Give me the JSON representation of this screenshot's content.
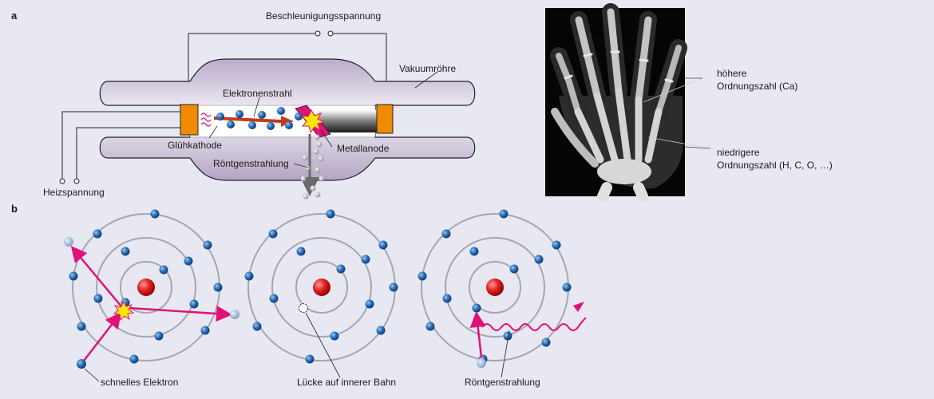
{
  "panels": {
    "a": "a",
    "b": "b"
  },
  "tube": {
    "accel_voltage": "Beschleunigungsspannung",
    "vacuum_tube": "Vakuumröhre",
    "electron_beam": "Elektronenstrahl",
    "cathode": "Glühkathode",
    "anode": "Metallanode",
    "xray": "Röntgenstrahlung",
    "heating_voltage": "Heizspannung",
    "electron_symbol": "e"
  },
  "xray_image": {
    "higher_line1": "höhere",
    "higher_line2": "Ordnungszahl (Ca)",
    "lower_line1": "niedrigere",
    "lower_line2": "Ordnungszahl (H, C, O, …)"
  },
  "atoms": {
    "fast_electron": "schnelles Elektron",
    "gap": "Lücke auf innerer Bahn",
    "xray": "Röntgenstrahlung"
  },
  "colors": {
    "background": "#e8e8f2",
    "electron_blue": "#1e5ea8",
    "nucleus_red": "#d81e1e",
    "arrow_magenta": "#e0127a",
    "cathode_orange": "#f08a00",
    "tube_lilac": "#c9bdd6"
  }
}
